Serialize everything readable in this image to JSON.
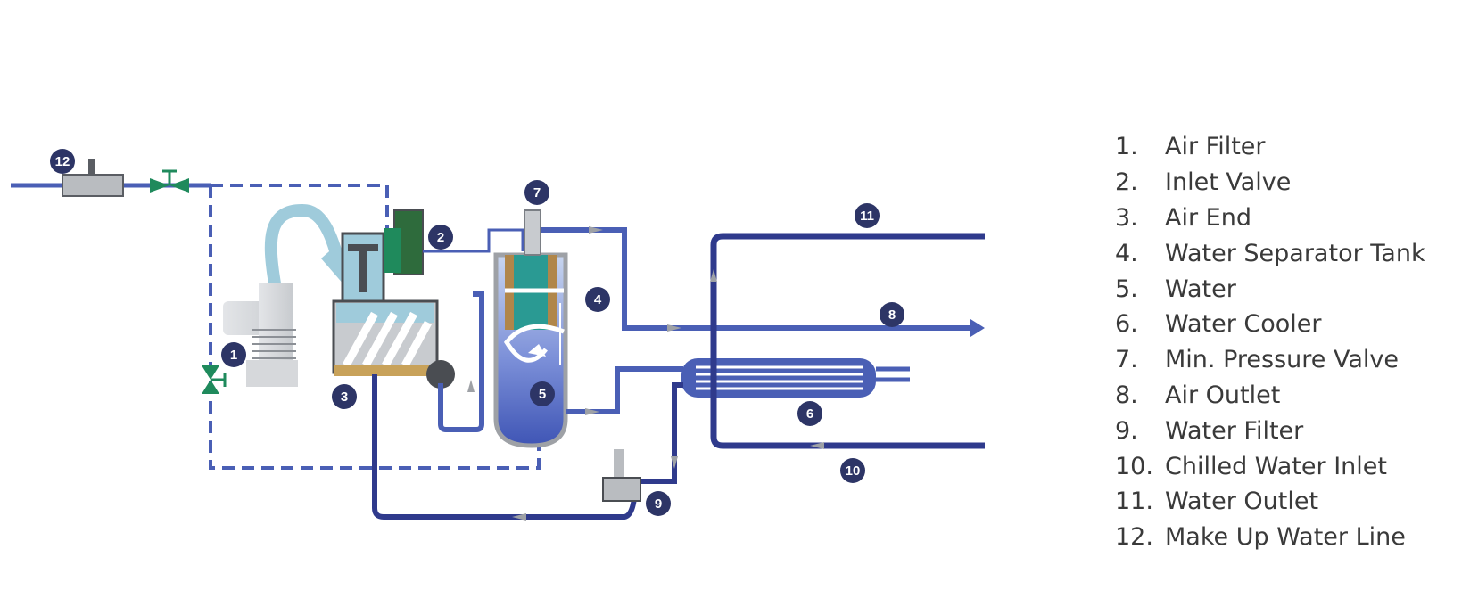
{
  "diagram": {
    "badges": [
      "1",
      "2",
      "3",
      "4",
      "5",
      "6",
      "7",
      "8",
      "9",
      "10",
      "11",
      "12"
    ],
    "colors": {
      "pipe_blue": "#4a5fb5",
      "pipe_dark": "#2f3a8c",
      "hose_light": "#9fcbdb",
      "valve_green": "#1f8a5c",
      "badge_navy": "#2d3566",
      "gray_body": "#b9bcc0"
    }
  },
  "legend": {
    "items": [
      {
        "num": "1.",
        "label": "Air Filter"
      },
      {
        "num": "2.",
        "label": "Inlet Valve"
      },
      {
        "num": "3.",
        "label": "Air End"
      },
      {
        "num": "4.",
        "label": "Water Separator Tank"
      },
      {
        "num": "5.",
        "label": "Water"
      },
      {
        "num": "6.",
        "label": "Water Cooler"
      },
      {
        "num": "7.",
        "label": "Min. Pressure Valve"
      },
      {
        "num": "8.",
        "label": "Air Outlet"
      },
      {
        "num": "9.",
        "label": "Water Filter"
      },
      {
        "num": "10.",
        "label": "Chilled Water Inlet"
      },
      {
        "num": "11.",
        "label": "Water Outlet"
      },
      {
        "num": "12.",
        "label": "Make Up Water Line"
      }
    ]
  }
}
